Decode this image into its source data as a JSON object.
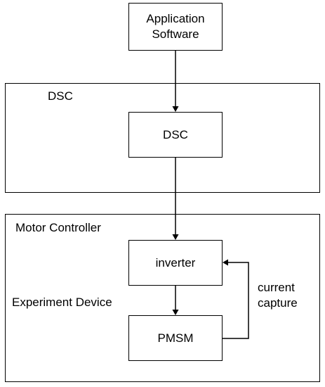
{
  "nodes": {
    "application_software": "Application\nSoftware",
    "dsc": "DSC",
    "inverter": "inverter",
    "pmsm": "PMSM"
  },
  "groups": {
    "dsc_group": "DSC",
    "motor_controller": "Motor Controller",
    "experiment_device": "Experiment Device"
  },
  "annotations": {
    "current_capture": "current\ncapture"
  }
}
